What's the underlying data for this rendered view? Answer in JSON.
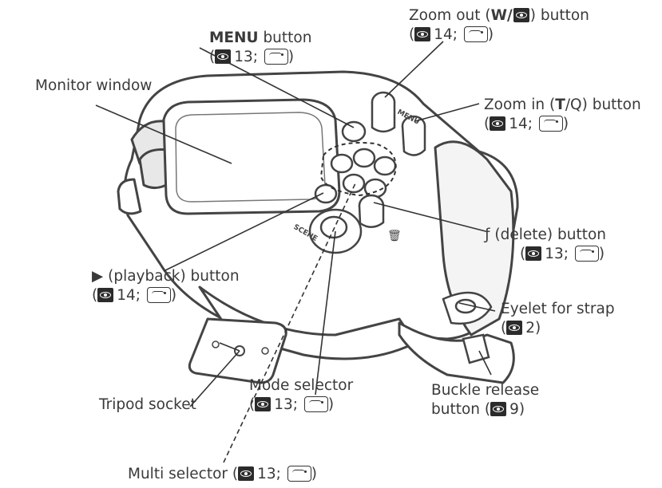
{
  "labels": {
    "monitor": "Monitor window",
    "menu_bold": "MENU",
    "menu_rest": " button",
    "menu_ref": "13; ",
    "zoom_out_pre": "Zoom out (",
    "zoom_out_bold": "W/",
    "zoom_out_post": ") button",
    "zoom_out_ref": "14; ",
    "zoom_in_pre": "Zoom in (",
    "zoom_in_bold": "T",
    "zoom_in_mid": "/Q",
    "zoom_in_post": ") button",
    "zoom_in_ref": "14; ",
    "delete": "ƒ (delete) button",
    "delete_ref": "13; ",
    "playback": "▶ (playback) button",
    "playback_ref": "14; ",
    "eyelet": "Eyelet for strap",
    "eyelet_ref": "2)",
    "tripod": "Tripod socket",
    "mode": "Mode selector",
    "mode_ref": "13; ",
    "buckle1": "Buckle release",
    "buckle2": "button (",
    "buckle_ref": "9)",
    "multi": "Multi selector (",
    "multi_ref": "13; "
  },
  "housing_marks": {
    "menu": "MENU",
    "scene": "SCENE"
  }
}
